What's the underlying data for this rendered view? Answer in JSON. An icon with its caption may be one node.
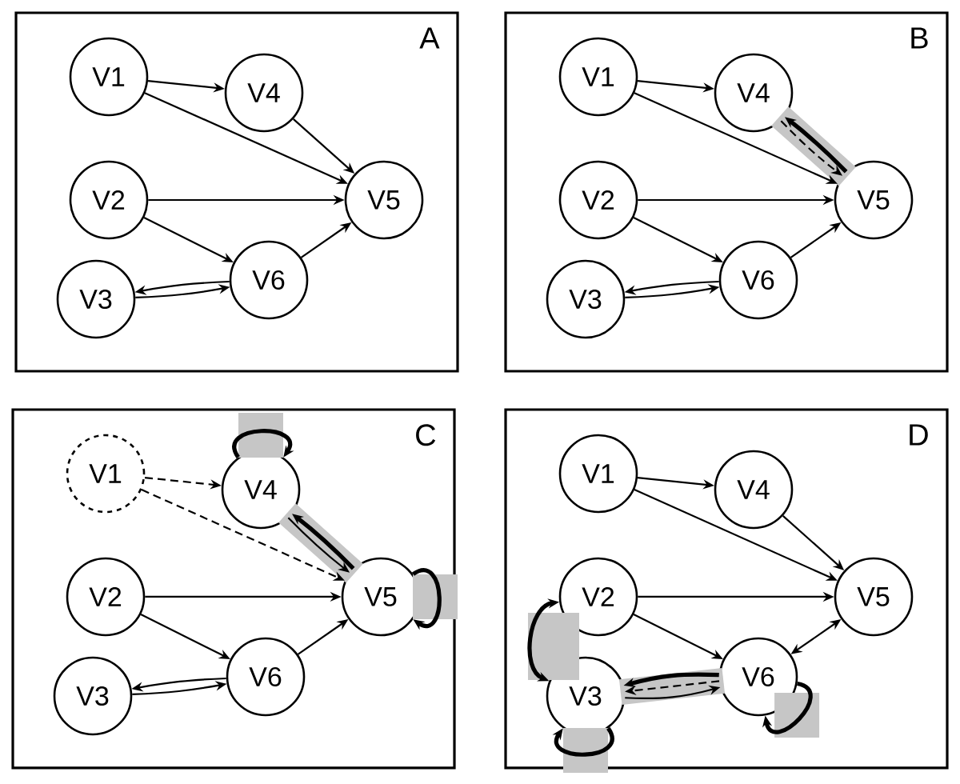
{
  "diagram": {
    "nodes": [
      {
        "text": [
          "A"
        ]
      },
      {
        "text": [
          "V1"
        ],
        "in": 0
      },
      {
        "text": [
          "V2"
        ],
        "in": 0
      },
      {
        "text": [
          "V3"
        ],
        "in": 0
      },
      {
        "text": [
          "V4"
        ],
        "in": 0
      },
      {
        "text": [
          "V5"
        ],
        "in": 0
      },
      {
        "text": [
          "V6"
        ],
        "in": 0
      },
      {
        "text": [
          "B"
        ]
      },
      {
        "text": [
          "V1"
        ],
        "in": 7
      },
      {
        "text": [
          "V2"
        ],
        "in": 7
      },
      {
        "text": [
          "V3"
        ],
        "in": 7
      },
      {
        "text": [
          "V4"
        ],
        "in": 7
      },
      {
        "text": [
          "V5"
        ],
        "in": 7
      },
      {
        "text": [
          "V6"
        ],
        "in": 7
      },
      {
        "text": [
          "C"
        ]
      },
      {
        "text": [
          "V1"
        ],
        "in": 14
      },
      {
        "text": [
          "V2"
        ],
        "in": 14
      },
      {
        "text": [
          "V3"
        ],
        "in": 14
      },
      {
        "text": [
          "V4"
        ],
        "in": 14
      },
      {
        "text": [
          "V5"
        ],
        "in": 14
      },
      {
        "text": [
          "V6"
        ],
        "in": 14
      },
      {
        "text": [
          "D"
        ]
      },
      {
        "text": [
          "V1"
        ],
        "in": 21
      },
      {
        "text": [
          "V2"
        ],
        "in": 21
      },
      {
        "text": [
          "V3"
        ],
        "in": 21
      },
      {
        "text": [
          "V4"
        ],
        "in": 21
      },
      {
        "text": [
          "V5"
        ],
        "in": 21
      },
      {
        "text": [
          "V6"
        ],
        "in": 21
      }
    ],
    "edges": [
      {
        "from": 1,
        "to": 4,
        "arrow": "to"
      },
      {
        "from": 1,
        "to": 5,
        "arrow": "to"
      },
      {
        "from": 4,
        "to": 5,
        "arrow": "to"
      },
      {
        "from": 2,
        "to": 5,
        "arrow": "to"
      },
      {
        "from": 2,
        "to": 6,
        "arrow": "to"
      },
      {
        "from": 3,
        "to": 6,
        "arrow": "to"
      },
      {
        "from": 6,
        "to": 3,
        "arrow": "to"
      },
      {
        "from": 6,
        "to": 5,
        "arrow": "to"
      },
      {
        "from": 8,
        "to": 11,
        "arrow": "to"
      },
      {
        "from": 8,
        "to": 12,
        "arrow": "to"
      },
      {
        "from": 11,
        "to": 12,
        "arrow": "to",
        "style": "dashed"
      },
      {
        "from": 12,
        "to": 11,
        "arrow": "to",
        "style": "thick"
      },
      {
        "from": 9,
        "to": 12,
        "arrow": "to"
      },
      {
        "from": 9,
        "to": 13,
        "arrow": "to"
      },
      {
        "from": 10,
        "to": 13,
        "arrow": "to"
      },
      {
        "from": 13,
        "to": 10,
        "arrow": "to"
      },
      {
        "from": 13,
        "to": 12,
        "arrow": "to"
      },
      {
        "from": 15,
        "to": 18,
        "arrow": "to",
        "style": "dashed"
      },
      {
        "from": 15,
        "to": 19,
        "arrow": "to",
        "style": "dashed"
      },
      {
        "from": 18,
        "to": 19,
        "arrow": "to"
      },
      {
        "from": 19,
        "to": 18,
        "arrow": "to",
        "style": "thick"
      },
      {
        "from": 18,
        "to": 18,
        "arrow": "to",
        "style": "thick"
      },
      {
        "from": 19,
        "to": 19,
        "arrow": "to",
        "style": "thick"
      },
      {
        "from": 16,
        "to": 19,
        "arrow": "to"
      },
      {
        "from": 16,
        "to": 20,
        "arrow": "to"
      },
      {
        "from": 17,
        "to": 20,
        "arrow": "to"
      },
      {
        "from": 20,
        "to": 17,
        "arrow": "to"
      },
      {
        "from": 20,
        "to": 19,
        "arrow": "to"
      },
      {
        "from": 22,
        "to": 25,
        "arrow": "to"
      },
      {
        "from": 22,
        "to": 26,
        "arrow": "to"
      },
      {
        "from": 25,
        "to": 26,
        "arrow": "to"
      },
      {
        "from": 23,
        "to": 26,
        "arrow": "to"
      },
      {
        "from": 23,
        "to": 27,
        "arrow": "to"
      },
      {
        "from": 24,
        "to": 27,
        "arrow": "to"
      },
      {
        "from": 27,
        "to": 24,
        "arrow": "to",
        "style": "dashed"
      },
      {
        "from": 27,
        "to": 24,
        "arrow": "to",
        "style": "thick"
      },
      {
        "from": 23,
        "to": 24,
        "arrow": "both",
        "style": "thick"
      },
      {
        "from": 24,
        "to": 24,
        "arrow": "to",
        "style": "thick"
      },
      {
        "from": 27,
        "to": 27,
        "arrow": "to",
        "style": "thick"
      },
      {
        "from": 27,
        "to": 26,
        "arrow": "both"
      }
    ]
  }
}
